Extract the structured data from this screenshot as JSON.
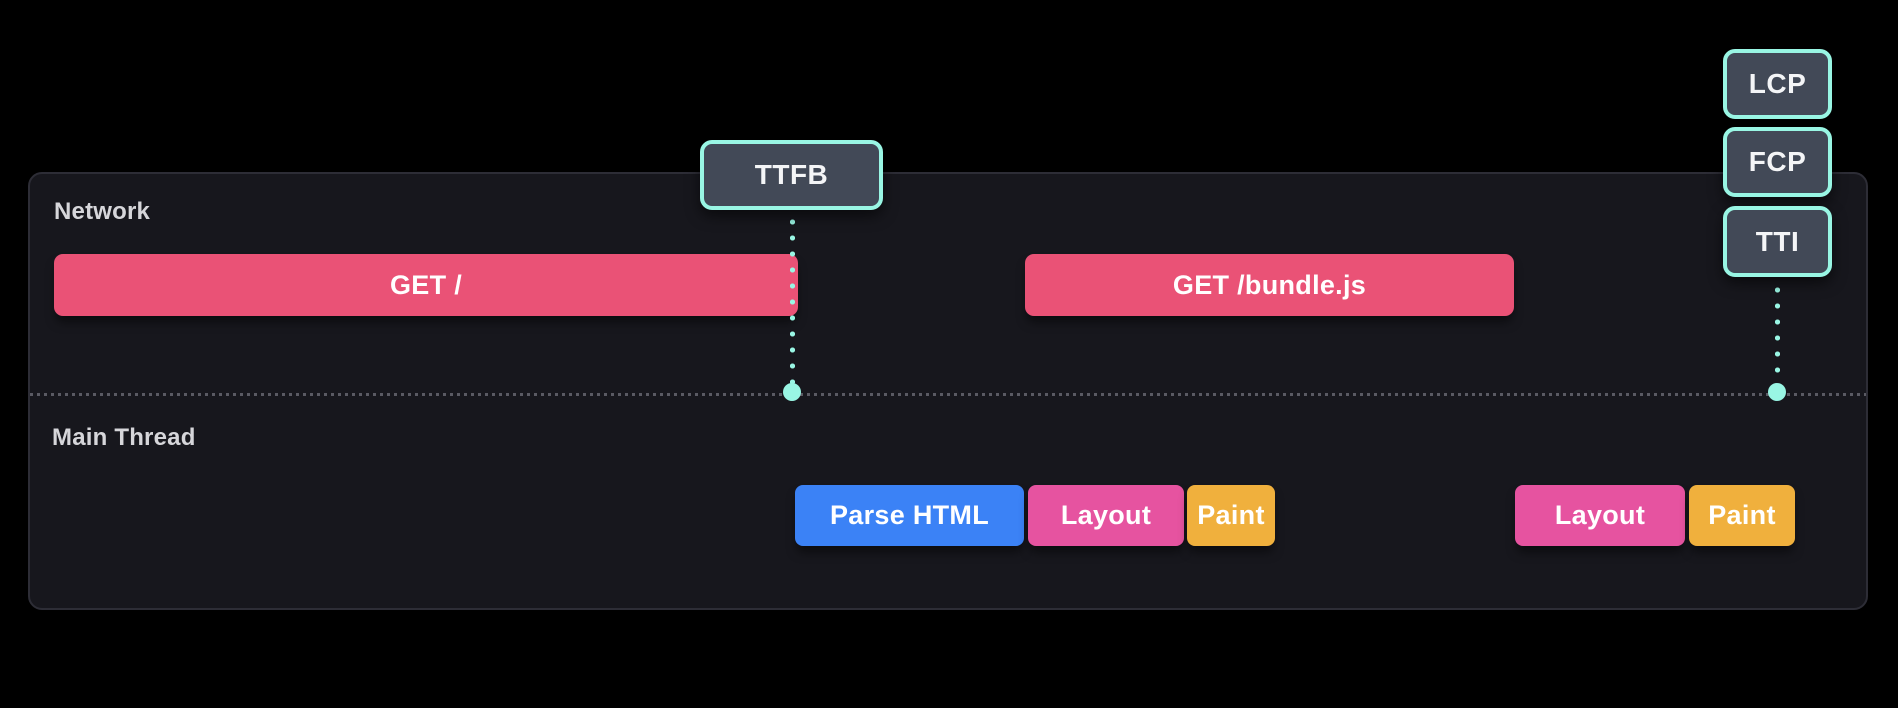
{
  "colors": {
    "background": "#000000",
    "panel_bg": "#17171d",
    "panel_border": "#2d2d36",
    "lane_label_text": "#d6d6da",
    "divider_dots": "#5a5a63",
    "network_bar": "#ea5276",
    "parse_html_bar": "#3b82f6",
    "layout_bar": "#e653a0",
    "paint_bar": "#f0b03d",
    "marker_fill": "#424957",
    "marker_border_teal": "#99f6e4",
    "bar_text": "#ffffff"
  },
  "panel": {
    "network_label": "Network",
    "main_thread_label": "Main Thread"
  },
  "network": {
    "bars": [
      {
        "label": "GET /",
        "style": "left:24px;top:80px;width:744px;height:62px;background:#ea5276"
      },
      {
        "label": "GET /bundle.js",
        "style": "left:995px;top:80px;width:489px;height:62px;background:#ea5276"
      }
    ]
  },
  "main_thread": {
    "bars": [
      {
        "label": "Parse HTML",
        "style": "left:765px;top:311px;width:229px;height:61px;background:#3b82f6;border-radius:8px"
      },
      {
        "label": "Layout",
        "style": "left:998px;top:311px;width:156px;height:61px;background:#e653a0;border-radius:8px"
      },
      {
        "label": "Paint",
        "style": "left:1157px;top:311px;width:88px;height:61px;background:#f0b03d;border-radius:8px"
      },
      {
        "label": "Layout",
        "style": "left:1485px;top:311px;width:170px;height:61px;background:#e653a0;border-radius:8px"
      },
      {
        "label": "Paint",
        "style": "left:1659px;top:311px;width:106px;height:61px;background:#f0b03d;border-radius:8px"
      }
    ]
  },
  "markers": {
    "ttfb": {
      "label": "TTFB",
      "style": "left:700px;top:140px;width:183px;height:70px"
    },
    "lcp": {
      "label": "LCP",
      "style": "left:1723px;top:49px;width:109px;height:70px"
    },
    "fcp": {
      "label": "FCP",
      "style": "left:1723px;top:127px;width:109px;height:70px"
    },
    "tti": {
      "label": "TTI",
      "style": "left:1723px;top:206px;width:109px;height:71px"
    }
  }
}
